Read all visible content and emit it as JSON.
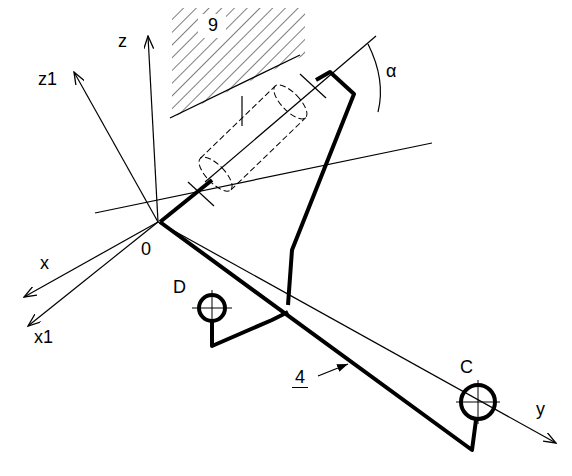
{
  "diagram": {
    "labels": [
      "9",
      "z",
      "z1",
      "α",
      "x",
      "0",
      "x1",
      "D",
      "4",
      "C",
      "y"
    ]
  }
}
